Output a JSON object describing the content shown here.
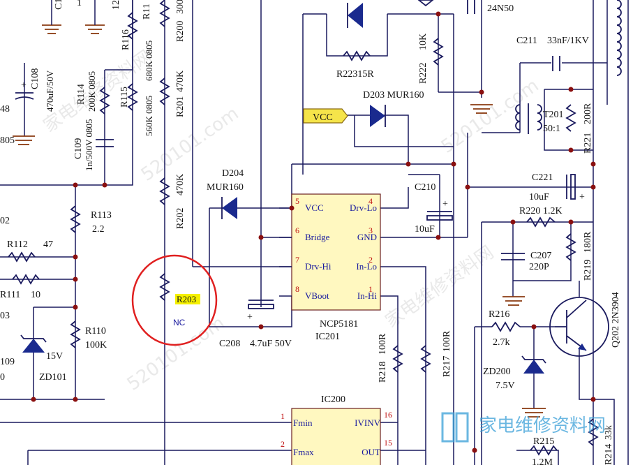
{
  "labels": {
    "c108": "C108",
    "c108_val": "470uF/50V",
    "r114": "R114",
    "r114_val": "200K 0805",
    "r116": "R116",
    "r116_val": "680K 0805",
    "r115": "R115",
    "r115_val": "560K 0805",
    "r200": "R200",
    "r200_val": "300",
    "r201": "R201",
    "r201_val": "470K",
    "r202": "R202",
    "r202_val": "470K",
    "r203": "R203",
    "r203_note": "NC",
    "c109": "C109",
    "c109_val": "1n/500V 0805",
    "r113": "R113",
    "r113_val": "2.2",
    "r112": "R112",
    "r112_val": "47",
    "r111": "R111",
    "r111_val": "10",
    "r110": "R110",
    "r110_val": "100K",
    "zd101": "ZD101",
    "zd101_val": "15V",
    "d204": "D204",
    "d204_val": "MUR160",
    "d203": "D203 MUR160",
    "vcc": "VCC",
    "r223": "R22315R",
    "r222": "R222",
    "r222_val": "10K",
    "q_part": "24N50",
    "c211": "C211",
    "c211_val": "33nF/1KV",
    "t201": "T201",
    "t201_val": "50:1",
    "r221": "R221",
    "r221_val": "200R",
    "c221": "C221",
    "c221_val": "10uF",
    "c210": "C210",
    "c210_val": "10uF",
    "r220": "R220",
    "r220_val": "1.2K",
    "c207": "C207",
    "c207_val": "220P",
    "r219": "R219",
    "r219_val": "180R",
    "r216": "R216",
    "r216_val": "2.7k",
    "zd200": "ZD200",
    "zd200_val": "7.5V",
    "q202": "Q202 2N3904",
    "c208": "C208",
    "c208_val": "4.7uF 50V",
    "r218": "R218",
    "r218_val": "100R",
    "r217": "R217",
    "r217_val": "100R",
    "r215": "R215",
    "r215_val": "1.2M",
    "r214": "R214",
    "r214_val": "33k",
    "left_02": "02",
    "left_03": "03",
    "left_109": "109",
    "left_0": "0",
    "left_48": "48",
    "left_805": "805",
    "top_c1": "C1",
    "top_1": "1",
    "top_12": "12",
    "top_r11": "R11"
  },
  "ic201": {
    "name": "NCP5181",
    "ref": "IC201",
    "pins_left": [
      {
        "num": "5",
        "name": "VCC"
      },
      {
        "num": "6",
        "name": "Bridge"
      },
      {
        "num": "7",
        "name": "Drv-Hi"
      },
      {
        "num": "8",
        "name": "VBoot"
      }
    ],
    "pins_right": [
      {
        "num": "4",
        "name": "Drv-Lo"
      },
      {
        "num": "3",
        "name": "GND"
      },
      {
        "num": "2",
        "name": "In-Lo"
      },
      {
        "num": "1",
        "name": "In-Hi"
      }
    ]
  },
  "ic200": {
    "ref": "IC200",
    "pins_left": [
      {
        "num": "1",
        "name": "Fmin"
      },
      {
        "num": "2",
        "name": "Fmax"
      }
    ],
    "pins_right": [
      {
        "num": "16",
        "name": "IVINV"
      },
      {
        "num": "15",
        "name": "OUT"
      }
    ]
  },
  "watermarks": {
    "w1": "家电维修资料网",
    "w2": "520101.com",
    "logo": "家电维修资料网"
  },
  "colors": {
    "wire": "#1a1a5e",
    "pin_number": "#c01010",
    "highlight": "#f5f000",
    "callout": "#e02020",
    "ic_fill": "#fff8c0",
    "logo": "#3aa0d8"
  }
}
